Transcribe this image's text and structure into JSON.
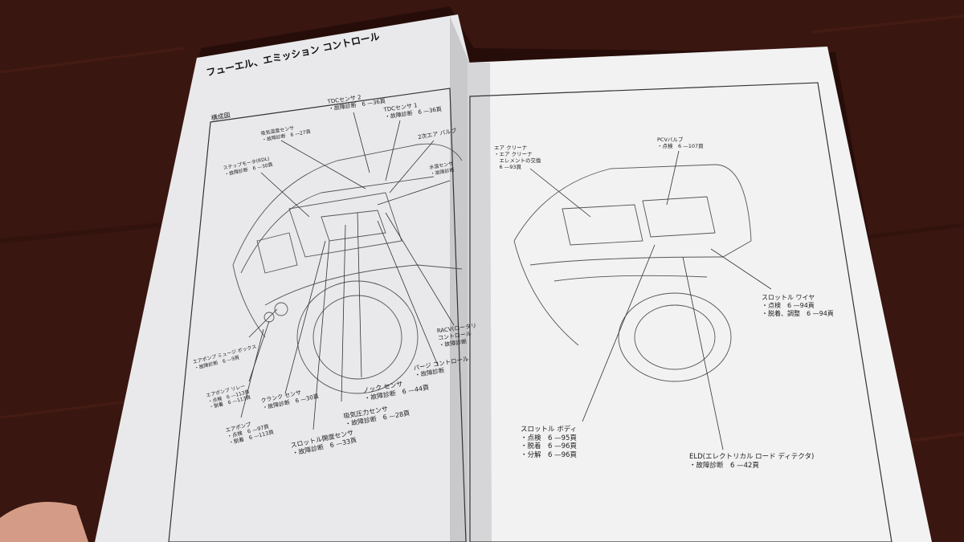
{
  "page_title": "フューエル、エミッション コントロール",
  "section_label": "構成図",
  "left_callouts": [
    {
      "lines": [
        "TDCセンサ 2",
        "・故障診断　6 —36頁"
      ]
    },
    {
      "lines": [
        "TDCセンサ 1",
        "・故障診断　6 —36頁"
      ]
    },
    {
      "lines": [
        "2次エア バルブ"
      ]
    },
    {
      "lines": [
        "吸気温度センサ",
        "・故障診断　6 —27頁"
      ]
    },
    {
      "lines": [
        "ステップモータ(RDL)",
        "・故障診断　6 —30頁"
      ]
    },
    {
      "lines": [
        "水温センサ",
        "・故障診断"
      ]
    },
    {
      "lines": [
        "エアポンプ ミュージ ボックス",
        "・故障診断　6 —9頁"
      ]
    },
    {
      "lines": [
        "エアポンプ リレー",
        "・点検　6 —113頁",
        "・脱着　6 —113頁"
      ]
    },
    {
      "lines": [
        "エアポンプ",
        "・点検　6 —97頁",
        "・脱着　6 —113頁"
      ]
    },
    {
      "lines": [
        "クランク センサ",
        "・故障診断　6 —30頁"
      ]
    },
    {
      "lines": [
        "吸気圧力センサ",
        "・故障診断　6 —28頁"
      ]
    },
    {
      "lines": [
        "ノック センサ",
        "・故障診断　6 —44頁"
      ]
    },
    {
      "lines": [
        "スロットル開度センサ",
        "・故障診断　6 —33頁"
      ]
    },
    {
      "lines": [
        "パージ コントロール",
        "・故障診断"
      ]
    },
    {
      "lines": [
        "RACV(ロータリ",
        "コントロール",
        "・故障診断"
      ]
    }
  ],
  "right_callouts": [
    {
      "lines": [
        "エア クリーナ",
        "・エア クリーナ",
        "　エレメントの交換",
        "　6 —93頁"
      ]
    },
    {
      "lines": [
        "PCVバルブ",
        "・点検　6 —107頁"
      ]
    },
    {
      "lines": [
        "スロットル ワイヤ",
        "・点検　6 —94頁",
        "・脱着、調整　6 —94頁"
      ]
    },
    {
      "lines": [
        "スロットル ボディ",
        "・点検　6 —95頁",
        "・脱着　6 —96頁",
        "・分解　6 —96頁"
      ]
    },
    {
      "lines": [
        "ELD(エレクトリカル ロード ディテクタ)",
        "・故障診断　6 —42頁"
      ]
    }
  ],
  "colors": {
    "table": "#3a1610",
    "page": "#efeff0",
    "ink": "#1c1c1c"
  }
}
